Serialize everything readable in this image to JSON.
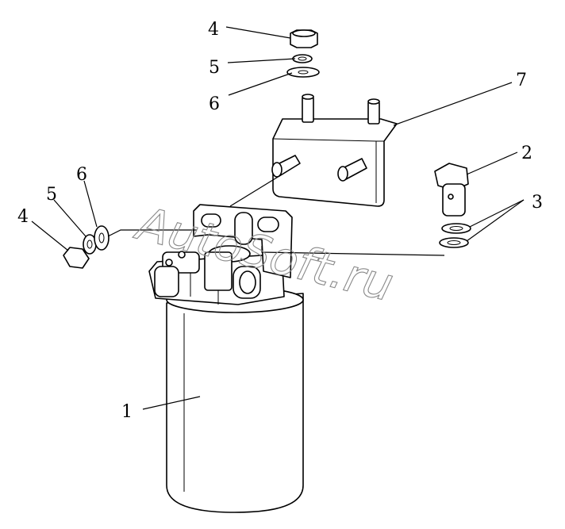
{
  "callouts": {
    "c1": "1",
    "c2": "2",
    "c3": "3",
    "c4_top": "4",
    "c5_top": "5",
    "c6_top": "6",
    "c7": "7",
    "c4_left": "4",
    "c5_left": "5",
    "c6_left": "6"
  },
  "watermark": "AutoSoft.ru"
}
